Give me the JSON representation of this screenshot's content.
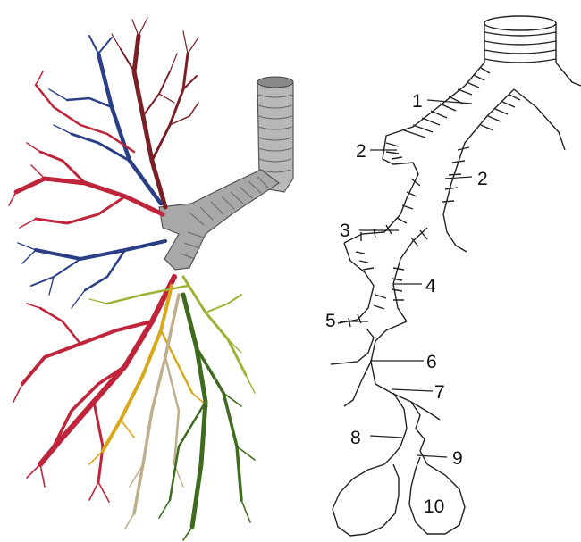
{
  "colors": {
    "background": "#ffffff",
    "red_branch": "#c0243a",
    "dark_red_branch": "#7a1f26",
    "blue_branch": "#2a3f86",
    "green_branch": "#3f6b1e",
    "yellow_green_branch": "#9db234",
    "yellow_branch": "#d8a81a",
    "tan_branch": "#bfae8c",
    "trachea_gray": "#9c9c9c",
    "line_art": "#222222"
  },
  "left_illustration": {
    "subject": "bronchial-tree-illustration"
  },
  "right_schematic": {
    "labels": [
      "1",
      "2",
      "2",
      "3",
      "4",
      "5",
      "6",
      "7",
      "8",
      "9",
      "10"
    ]
  }
}
